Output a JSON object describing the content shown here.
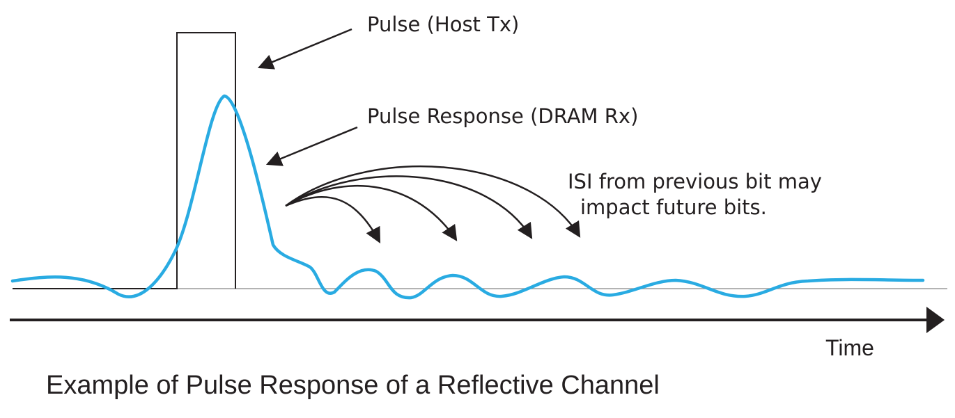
{
  "labels": {
    "pulse": "Pulse (Host Tx)",
    "pulse_response": "Pulse Response (DRAM Rx)",
    "isi_line1": "ISI from previous bit may",
    "isi_line2": "impact future bits.",
    "axis": "Time",
    "caption": "Example of Pulse Response of a Reflective Channel"
  },
  "colors": {
    "response": "#29abe2",
    "pulse": "#231f20",
    "text": "#231f20",
    "background": "#ffffff"
  }
}
